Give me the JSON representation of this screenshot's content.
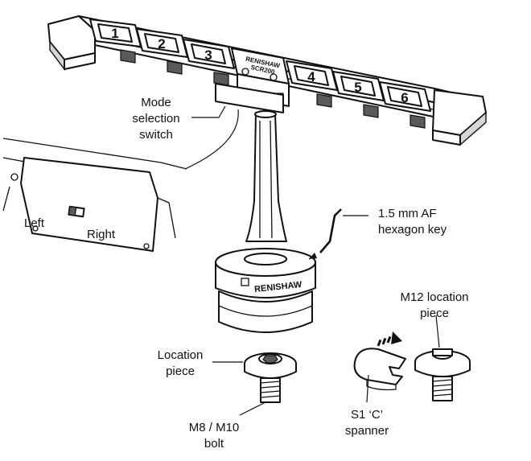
{
  "rack": {
    "port_numbers": [
      "1",
      "2",
      "3",
      "4",
      "5",
      "6"
    ],
    "brand": "RENISHAW",
    "model": "SCR200"
  },
  "labels": {
    "mode_switch": [
      "Mode",
      "selection",
      "switch"
    ],
    "switch_left": "Left",
    "switch_right": "Right",
    "hex_key": [
      "1.5 mm AF",
      "hexagon key"
    ],
    "location_piece": [
      "Location",
      "piece"
    ],
    "bolt": [
      "M8 / M10",
      "bolt"
    ],
    "m12_piece": [
      "M12 location",
      "piece"
    ],
    "spanner": [
      "S1 ‘C’",
      "spanner"
    ]
  },
  "stand": {
    "brand": "RENISHAW"
  }
}
